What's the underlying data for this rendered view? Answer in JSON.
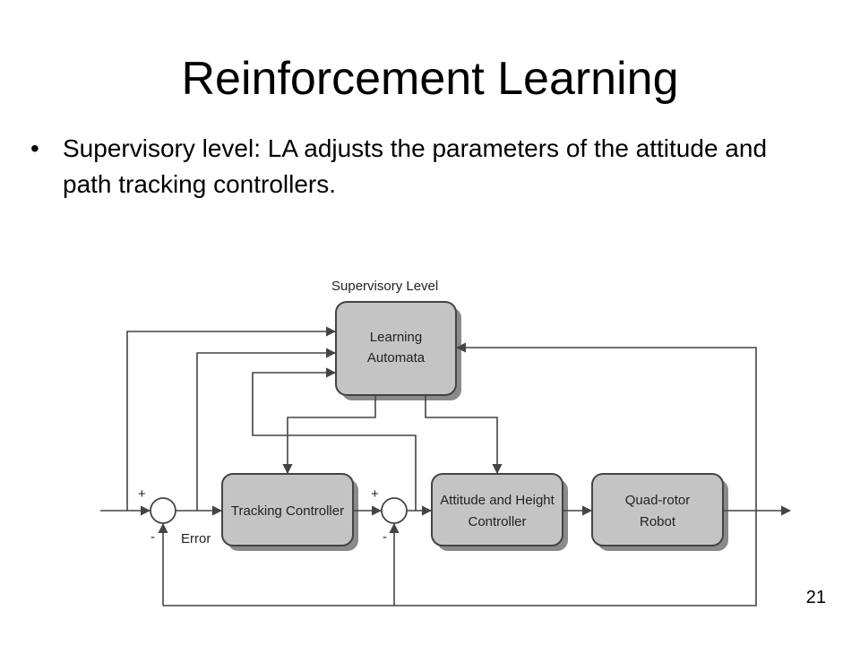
{
  "slide": {
    "title": "Reinforcement Learning",
    "bullets": [
      {
        "symbol": "•",
        "text": "Supervisory level: LA adjusts the parameters of the attitude and path tracking controllers."
      }
    ],
    "page_number": "21"
  },
  "diagram": {
    "group_label": "Supervisory Level",
    "blocks": {
      "learning_automata": [
        "Learning",
        "Automata"
      ],
      "tracking_controller": [
        "Tracking Controller"
      ],
      "attitude_controller": [
        "Attitude and Height",
        "Controller"
      ],
      "robot": [
        "Quad-rotor",
        "Robot"
      ]
    },
    "signals": {
      "error_label": "Error",
      "sum1_plus": "+",
      "sum1_minus": "-",
      "sum2_plus": "+",
      "sum2_minus": "-"
    },
    "colors": {
      "block_fill": "#c4c4c4",
      "block_shadow": "#8a8a8a",
      "line": "#444444"
    }
  }
}
